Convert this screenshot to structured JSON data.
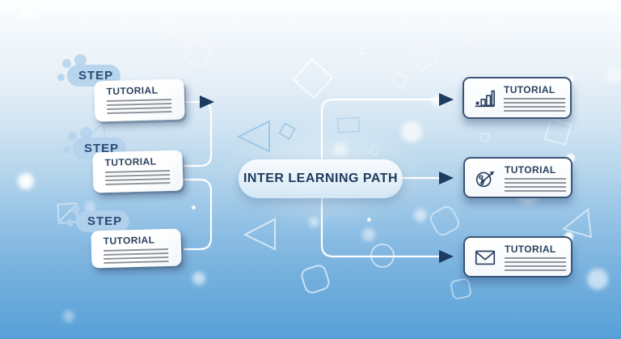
{
  "diagram": {
    "center_label": "INTER LEARNING PATH"
  },
  "left_steps": [
    {
      "label": "STEP",
      "card_title": "TUTORIAL"
    },
    {
      "label": "STEP",
      "card_title": "TUTORIAL"
    },
    {
      "label": "STEP",
      "card_title": "TUTORIAL"
    }
  ],
  "right_tutorials": [
    {
      "title": "TUTORIAL",
      "icon": "bar-chart-icon"
    },
    {
      "title": "TUTORIAL",
      "icon": "globe-arrow-icon"
    },
    {
      "title": "TUTORIAL",
      "icon": "envelope-icon"
    }
  ],
  "colors": {
    "accent_navy": "#24426a",
    "arrow_navy": "#1d3a5f",
    "connector_white": "#ffffff",
    "line_gray": "#8f969e",
    "cloud_blue": "#b3d2ec",
    "background_top": "#fdfeff",
    "background_bottom": "#57a0d8"
  }
}
